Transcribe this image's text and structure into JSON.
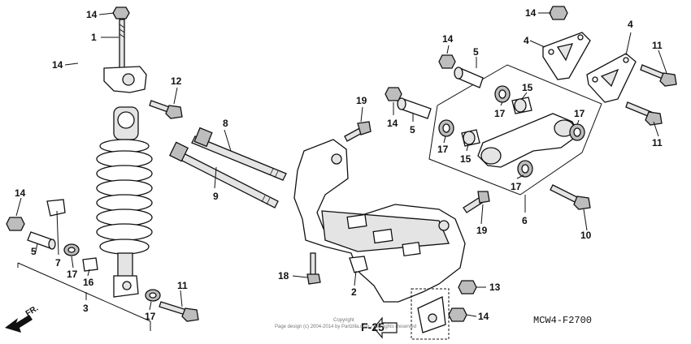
{
  "diagram_code": "MCW4-F2700",
  "page_ref": "F-25",
  "front_marker": "FR.",
  "copyright_line1": "Copyright",
  "copyright_line2": "Page design (c) 2004-2014 by Partzilla.com - All Rights Reserved",
  "callouts": {
    "c14_a": "14",
    "c1": "1",
    "c14_b": "14",
    "c12": "12",
    "c8": "8",
    "c9": "9",
    "c14_c": "14",
    "c7": "7",
    "c5_a": "5",
    "c17_a": "17",
    "c16": "16",
    "c3": "3",
    "c11_a": "11",
    "c17_b": "17",
    "c18": "18",
    "c2": "2",
    "c19_a": "19",
    "c14_d": "14",
    "c5_b": "5",
    "c14_e": "14",
    "c5_c": "5",
    "c17_c": "17",
    "c15_a": "15",
    "c17_d": "17",
    "c15_b": "15",
    "c17_e": "17",
    "c17_f": "17",
    "c6": "6",
    "c19_b": "19",
    "c10": "10",
    "c14_f": "14",
    "c4_a": "4",
    "c4_b": "4",
    "c11_b": "11",
    "c11_c": "11",
    "c13": "13",
    "c14_g": "14"
  }
}
